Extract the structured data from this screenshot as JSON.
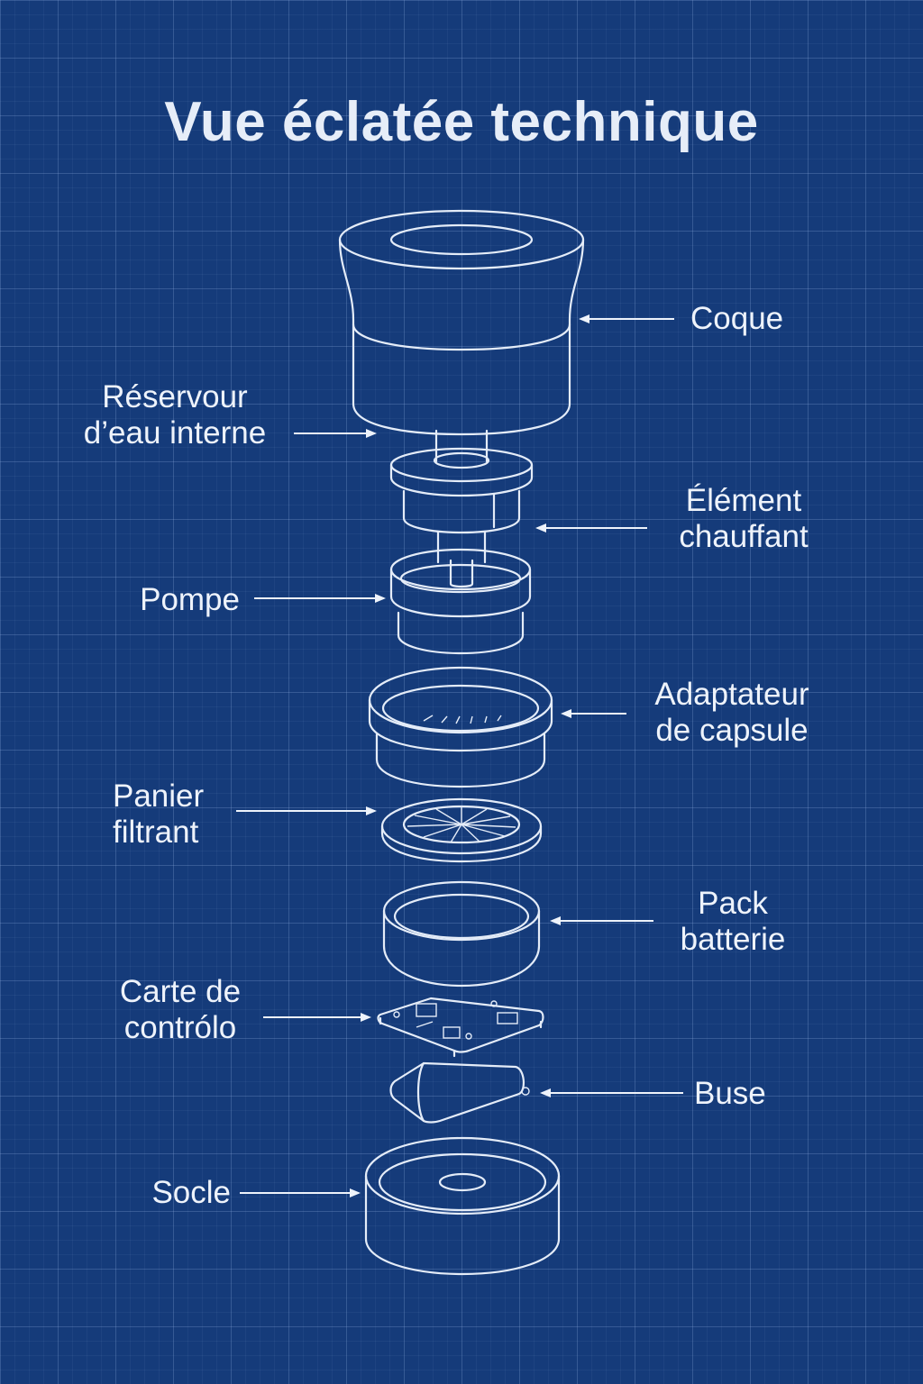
{
  "title": "Vue éclatée technique",
  "labels": {
    "coque": "Coque",
    "reservoir": [
      "Réservour",
      "d’eau interne"
    ],
    "element": [
      "Élément",
      "chauffant"
    ],
    "pompe": "Pompe",
    "adaptateur": [
      "Adaptateur",
      "de capsule"
    ],
    "panier": [
      "Panier",
      "filtrant"
    ],
    "pack": [
      "Pack",
      "batterie"
    ],
    "carte": [
      "Carte de",
      "contrólo"
    ],
    "buse": "Buse",
    "socle": "Socle"
  },
  "colors": {
    "background": "#153b7a",
    "line": "#e4ecf8"
  }
}
